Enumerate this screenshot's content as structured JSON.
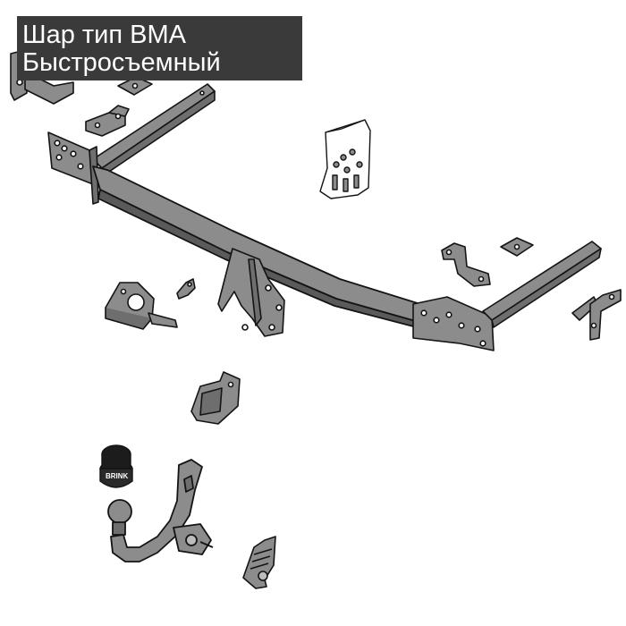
{
  "caption": {
    "line1": "Шар тип BMA",
    "line2": "Быстросъемный"
  },
  "cap_logo": "BRINK",
  "colors": {
    "part_fill": "#8c8c8c",
    "part_dark": "#5a5a5a",
    "outline": "#141414",
    "caption_bg": "#3a3a3a",
    "caption_text": "#ffffff",
    "background": "#ffffff"
  },
  "parts": [
    "tow-bar-crossbeam",
    "left-side-arm",
    "right-side-arm",
    "mounting-brackets",
    "hardware-bag",
    "socket-bracket",
    "electrical-socket",
    "ball-cap",
    "detachable-tow-ball",
    "ball-lock-insert"
  ]
}
